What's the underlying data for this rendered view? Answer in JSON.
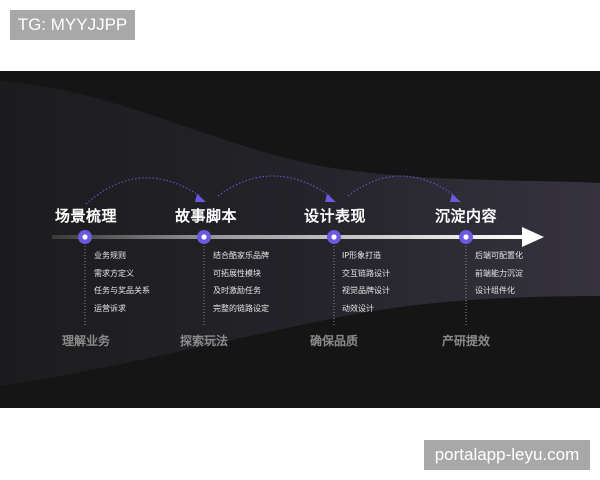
{
  "watermarks": {
    "top_left": "TG: MYYJJPP",
    "bottom_right": "portalapp-leyu.com"
  },
  "colors": {
    "background": "#151515",
    "accent": "#6a5ae0",
    "node_center": "#ffffff",
    "arrow": "#ffffff",
    "title": "#ffffff",
    "footer": "#8a8a8a"
  },
  "timeline": {
    "stages": [
      {
        "title": "场景梳理",
        "items": [
          "业务规则",
          "需求方定义",
          "任务与奖品关系",
          "运营诉求"
        ],
        "footer": "理解业务"
      },
      {
        "title": "故事脚本",
        "items": [
          "结合酷家乐品牌",
          "可拓展性模块",
          "及时激励任务",
          "完整的链路设定"
        ],
        "footer": "探索玩法"
      },
      {
        "title": "设计表现",
        "items": [
          "IP形象打造",
          "交互链路设计",
          "视觉品牌设计",
          "动效设计"
        ],
        "footer": "确保品质"
      },
      {
        "title": "沉淀内容",
        "items": [
          "后端可配置化",
          "前端能力沉淀",
          "设计组件化"
        ],
        "footer": "产研提效"
      }
    ]
  }
}
